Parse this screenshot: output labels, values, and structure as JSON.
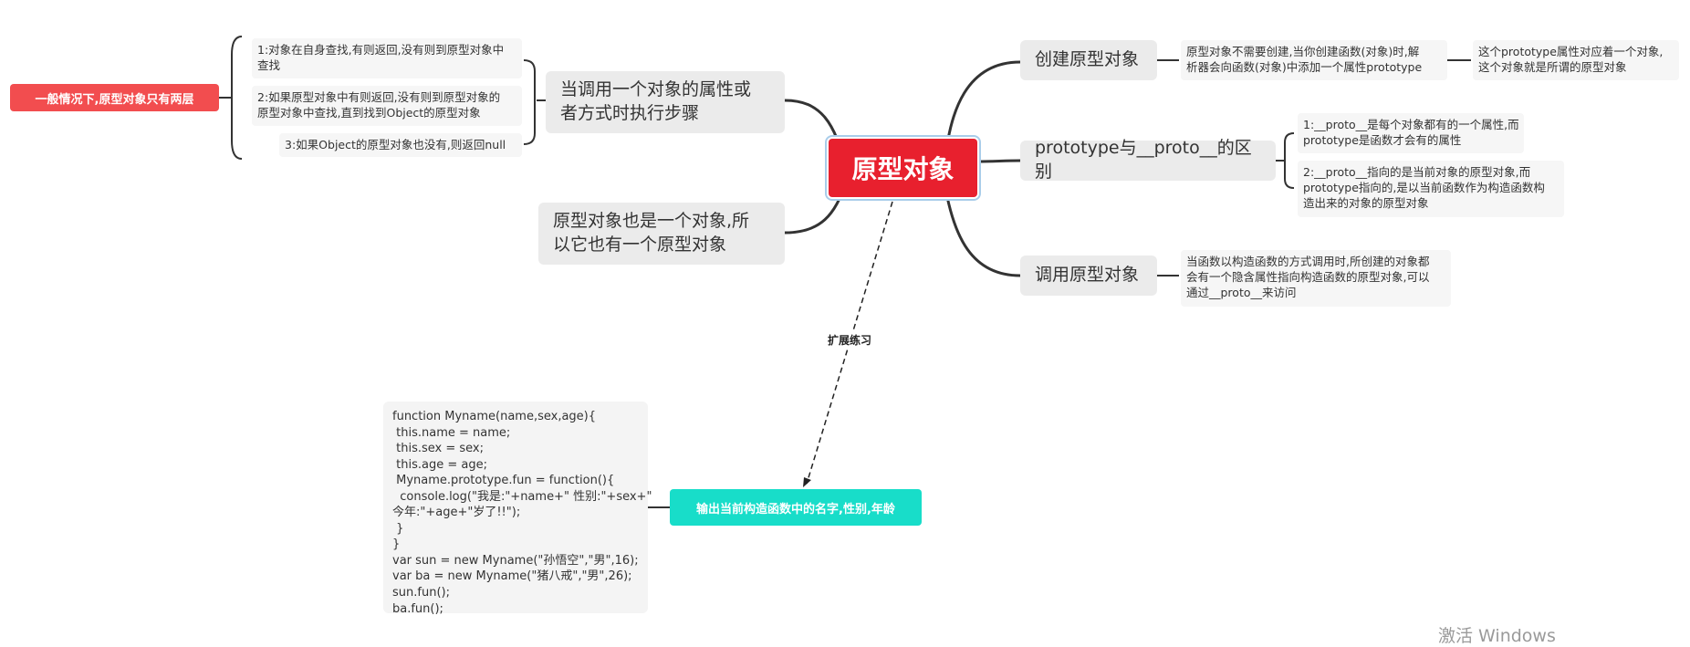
{
  "root": {
    "label": "原型对象"
  },
  "right_topics": [
    {
      "label": "创建原型对象",
      "detail": "原型对象不需要创建,当你创建函数(对象)时,解\n析器会向函数(对象)中添加一个属性prototype",
      "extra": "这个prototype属性对应着一个对象,\n这个对象就是所谓的原型对象"
    },
    {
      "label": "prototype与__proto__的区别",
      "details": [
        "1:__proto__是每个对象都有的一个属性,而\nprototype是函数才会有的属性",
        "2:__proto__指向的是当前对象的原型对象,而\nprototype指向的,是以当前函数作为构造函数构\n造出来的对象的原型对象"
      ]
    },
    {
      "label": "调用原型对象",
      "detail": "当函数以构造函数的方式调用时,所创建的对象都\n会有一个隐含属性指向构造函数的原型对象,可以\n通过__proto__来访问"
    }
  ],
  "left_topics": [
    {
      "label": "当调用一个对象的属性或\n者方式时执行步骤",
      "steps": [
        "1:对象在自身查找,有则返回,没有则到原型对象中\n查找",
        "2:如果原型对象中有则返回,没有则到原型对象的\n原型对象中查找,直到找到Object的原型对象",
        "3:如果Object的原型对象也没有,则返回null"
      ],
      "summary": "一般情况下,原型对象只有两层"
    },
    {
      "label": "原型对象也是一个对象,所\n以它也有一个原型对象"
    }
  ],
  "relation": {
    "label": "扩展练习",
    "target": "输出当前构造函数中的名字,性别,年龄",
    "code": "function Myname(name,sex,age){\n this.name = name;\n this.sex = sex;\n this.age = age;\n Myname.prototype.fun = function(){\n  console.log(\"我是:\"+name+\" 性别:\"+sex+\"\n今年:\"+age+\"岁了!!\");\n }\n}\nvar sun = new Myname(\"孙悟空\",\"男\",16);\nvar ba = new Myname(\"猪八戒\",\"男\",26);\nsun.fun();\nba.fun();"
  },
  "watermark": "激活 Windows",
  "colors": {
    "root": "#e8202e",
    "summary_tag": "#f24d4f",
    "target_tag": "#18ddc9",
    "line": "#333333"
  }
}
